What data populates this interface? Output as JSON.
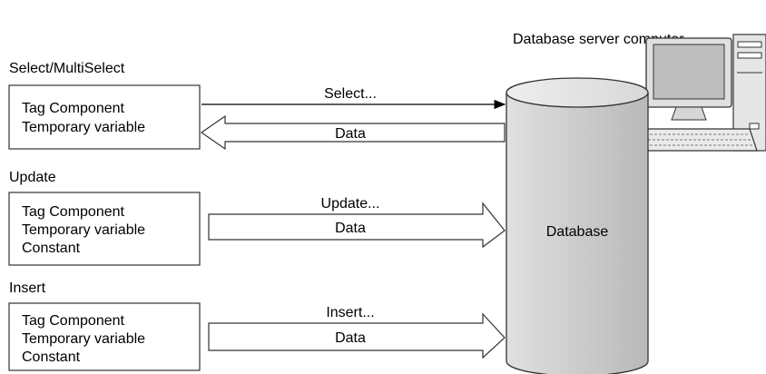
{
  "server_label": "Database server computer",
  "database_label": "Database",
  "sections": [
    {
      "title": "Select/MultiSelect",
      "box_lines": [
        "Tag Component",
        "Temporary variable"
      ],
      "command": "Select...",
      "data_label": "Data"
    },
    {
      "title": "Update",
      "box_lines": [
        "Tag Component",
        "Temporary variable",
        "Constant"
      ],
      "command": "Update...",
      "data_label": "Data"
    },
    {
      "title": "Insert",
      "box_lines": [
        "Tag Component",
        "Temporary variable",
        "Constant"
      ],
      "command": "Insert...",
      "data_label": "Data"
    }
  ]
}
